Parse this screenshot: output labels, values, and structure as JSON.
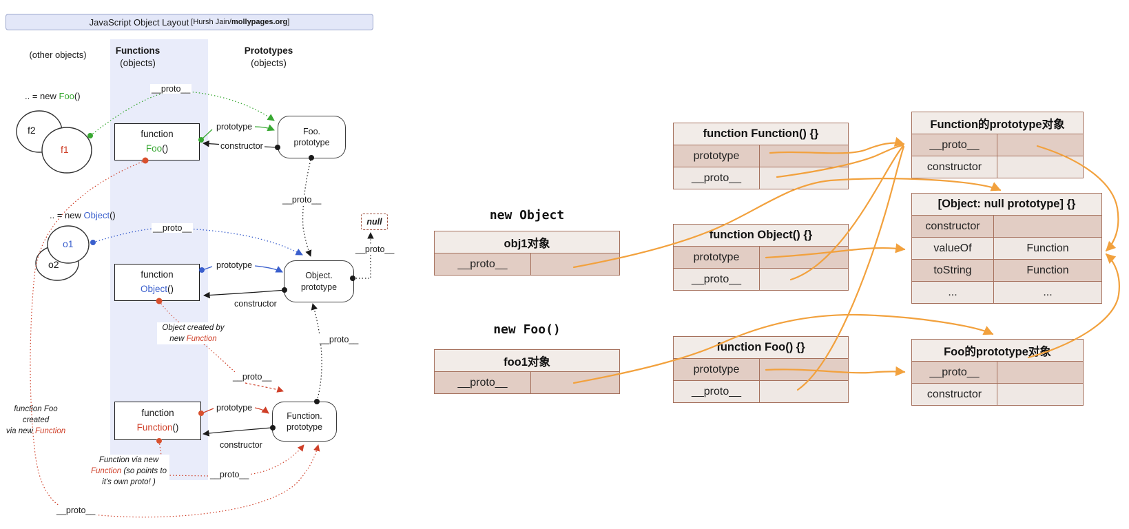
{
  "colors": {
    "green": "#38a832",
    "blue": "#3a5fcd",
    "red": "#cf3f28",
    "orange": "#f2a13d",
    "table_border": "#a5705c",
    "row_dark": "#e2cdc4",
    "row_light": "#efe8e4",
    "functions_band": "#e9ecfa",
    "title_bg": "#e3e7f8"
  },
  "left": {
    "title": {
      "main": "JavaScript Object Layout",
      "attribution_prefix": " [Hursh Jain/",
      "attribution_site": "mollypages.org",
      "attribution_suffix": "]"
    },
    "columns": {
      "other": "(other objects)",
      "functions": "Functions",
      "functions_sub": "(objects)",
      "prototypes": "Prototypes",
      "prototypes_sub": "(objects)"
    },
    "labels": {
      "proto": "__proto__",
      "prototype": "prototype",
      "constructor": "constructor"
    },
    "foo_row": {
      "new_prefix": ".. = new ",
      "new_name": "Foo",
      "new_suffix": "()",
      "f2": "f2",
      "f1": "f1",
      "fn_line1": "function",
      "fn_name": "Foo",
      "fn_suffix": "()",
      "proto_line1": "Foo.",
      "proto_line2": "prototype"
    },
    "object_row": {
      "new_prefix": ".. = new ",
      "new_name": "Object",
      "new_suffix": "()",
      "o1": "o1",
      "o2": "o2",
      "fn_line1": "function",
      "fn_name": "Object",
      "fn_suffix": "()",
      "proto_line1": "Object.",
      "proto_line2": "prototype",
      "null_label": "null"
    },
    "function_row": {
      "fn_line1": "function",
      "fn_name": "Function",
      "fn_suffix": "()",
      "proto_line1": "Function.",
      "proto_line2": "prototype"
    },
    "notes": {
      "object_created_1": "Object created by",
      "object_created_2pre": "new ",
      "object_created_2name": "Function",
      "foo_created_1": "function Foo",
      "foo_created_2": "created",
      "foo_created_3pre": "via new ",
      "foo_created_3name": "Function",
      "fn_via_1": "Function via new",
      "fn_via_2name": "Function",
      "fn_via_2rest": " (so points to",
      "fn_via_3pre": "it's ",
      "fn_via_3em": "own",
      "fn_via_3rest": " proto! )"
    }
  },
  "right": {
    "obj1": {
      "caption": "new Object",
      "title": "obj1对象",
      "r1c1": "__proto__",
      "r1c2": ""
    },
    "foo1": {
      "caption": "new Foo()",
      "title": "foo1对象",
      "r1c1": "__proto__",
      "r1c2": ""
    },
    "fn_function": {
      "title": "function Function() {}",
      "r1c1": "prototype",
      "r1c2": "",
      "r2c1": "__proto__",
      "r2c2": ""
    },
    "fn_object": {
      "title": "function Object() {}",
      "r1c1": "prototype",
      "r1c2": "",
      "r2c1": "__proto__",
      "r2c2": ""
    },
    "fn_foo": {
      "title": "function Foo() {}",
      "r1c1": "prototype",
      "r1c2": "",
      "r2c1": "__proto__",
      "r2c2": ""
    },
    "function_proto": {
      "title": "Function的prototype对象",
      "r1c1": "__proto__",
      "r1c2": "",
      "r2c1": "constructor",
      "r2c2": ""
    },
    "object_proto": {
      "title": "[Object: null prototype] {}",
      "r1c1": "constructor",
      "r1c2": "",
      "r2c1": "valueOf",
      "r2c2": "Function",
      "r3c1": "toString",
      "r3c2": "Function",
      "r4c1": "...",
      "r4c2": "..."
    },
    "foo_proto": {
      "title": "Foo的prototype对象",
      "r1c1": "__proto__",
      "r1c2": "",
      "r2c1": "constructor",
      "r2c2": ""
    }
  }
}
